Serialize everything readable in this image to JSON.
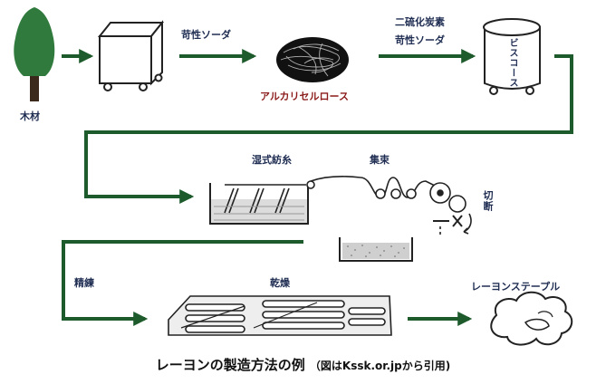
{
  "labels": {
    "wood": "木材",
    "caustic_soda_1": "苛性ソーダ",
    "alkali_cellulose": "アルカリセルロース",
    "carbon_disulfide": "二硫化炭素",
    "caustic_soda_2": "苛性ソーダ",
    "viscose": "ビスコース",
    "wet_spinning": "湿式紡糸",
    "bundling": "集束",
    "cutting": "切断",
    "scouring": "精練",
    "drying": "乾燥",
    "rayon_staple": "レーヨンステープル"
  },
  "caption": {
    "main": "レーヨンの製造方法の例",
    "note": "（図はKssk.or.jpから引用)"
  },
  "colors": {
    "arrow": "#1e5b2c",
    "tree_crown": "#2f7a3c",
    "tree_trunk": "#3b2a1c",
    "label": "#1f2d52",
    "label_red": "#8b1a1a"
  }
}
